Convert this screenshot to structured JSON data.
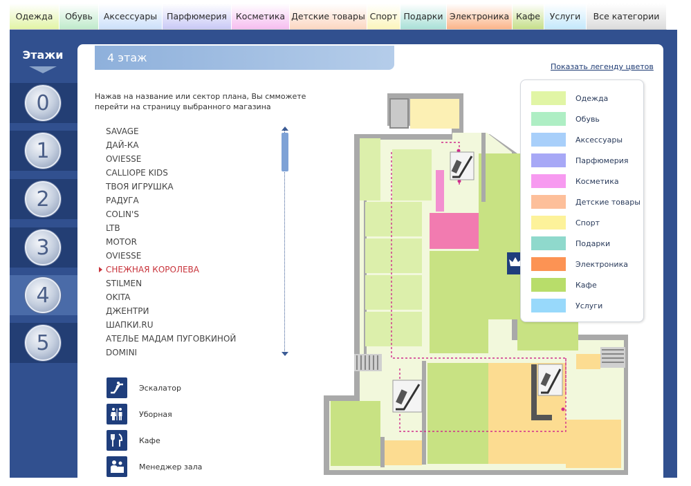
{
  "categories": [
    {
      "label": "Одежда",
      "color": "#e2f4a6"
    },
    {
      "label": "Обувь",
      "color": "#bfeacb"
    },
    {
      "label": "Аксессуары",
      "color": "#cce0fa"
    },
    {
      "label": "Парфюмерия",
      "color": "#c9c9f6"
    },
    {
      "label": "Косметика",
      "color": "#f6bef0"
    },
    {
      "label": "Детские товары",
      "color": "#fcd7c2"
    },
    {
      "label": "Спорт",
      "color": "#fcf5bd"
    },
    {
      "label": "Подарки",
      "color": "#a9e0d7"
    },
    {
      "label": "Электроника",
      "color": "#fbb58a"
    },
    {
      "label": "Кафе",
      "color": "#c6df8a"
    },
    {
      "label": "Услуги",
      "color": "#c4e8fb"
    },
    {
      "label": "Все категории",
      "color": "#dcdcdc"
    }
  ],
  "sidebar": {
    "title": "Этажи",
    "floors": [
      "0",
      "1",
      "2",
      "3",
      "4",
      "5"
    ],
    "active_floor": "4"
  },
  "main": {
    "floor_title": "4 этаж",
    "legend_link": "Показать легенду цветов",
    "hint": "Нажав на название или сектор плана, Вы смможете перейти на страницу выбранного магазина",
    "stores": [
      "SAVAGE",
      "ДАЙ-КА",
      "OVIESSE",
      "CALLIOPE KIDS",
      "ТВОЯ ИГРУШКА",
      "РАДУГА",
      "COLIN'S",
      "LTB",
      "MOTOR",
      "OVIESSE",
      "СНЕЖНАЯ КОРОЛЕВА",
      "STILMEN",
      "OKITA",
      "ДЖЕНТРИ",
      "ШАПКИ.RU",
      "АТЕЛЬЕ МАДАМ ПУГОВКИНОЙ",
      "DOMINI"
    ],
    "selected_store": "СНЕЖНАЯ КОРОЛЕВА",
    "map_key": [
      {
        "icon": "escalator-icon",
        "label": "Эскалатор"
      },
      {
        "icon": "restroom-icon",
        "label": "Уборная"
      },
      {
        "icon": "cafe-icon",
        "label": "Кафе"
      },
      {
        "icon": "manager-icon",
        "label": "Менеджер зала"
      }
    ]
  },
  "legend": [
    {
      "label": "Одежда",
      "color": "#e1f5a5"
    },
    {
      "label": "Обувь",
      "color": "#aeeec4"
    },
    {
      "label": "Аксессуары",
      "color": "#a8cffa"
    },
    {
      "label": "Парфюмерия",
      "color": "#a7a8f6"
    },
    {
      "label": "Косметика",
      "color": "#f79af0"
    },
    {
      "label": "Детские товары",
      "color": "#fdbf9a"
    },
    {
      "label": "Спорт",
      "color": "#fdf29a"
    },
    {
      "label": "Подарки",
      "color": "#8fd9cc"
    },
    {
      "label": "Электроника",
      "color": "#fc9354"
    },
    {
      "label": "Кафе",
      "color": "#b8dd6a"
    },
    {
      "label": "Услуги",
      "color": "#98d9fb"
    }
  ],
  "colors": {
    "frame": "#31508f",
    "selected_text": "#c8333b",
    "icon_bg": "#1f3e7c"
  }
}
